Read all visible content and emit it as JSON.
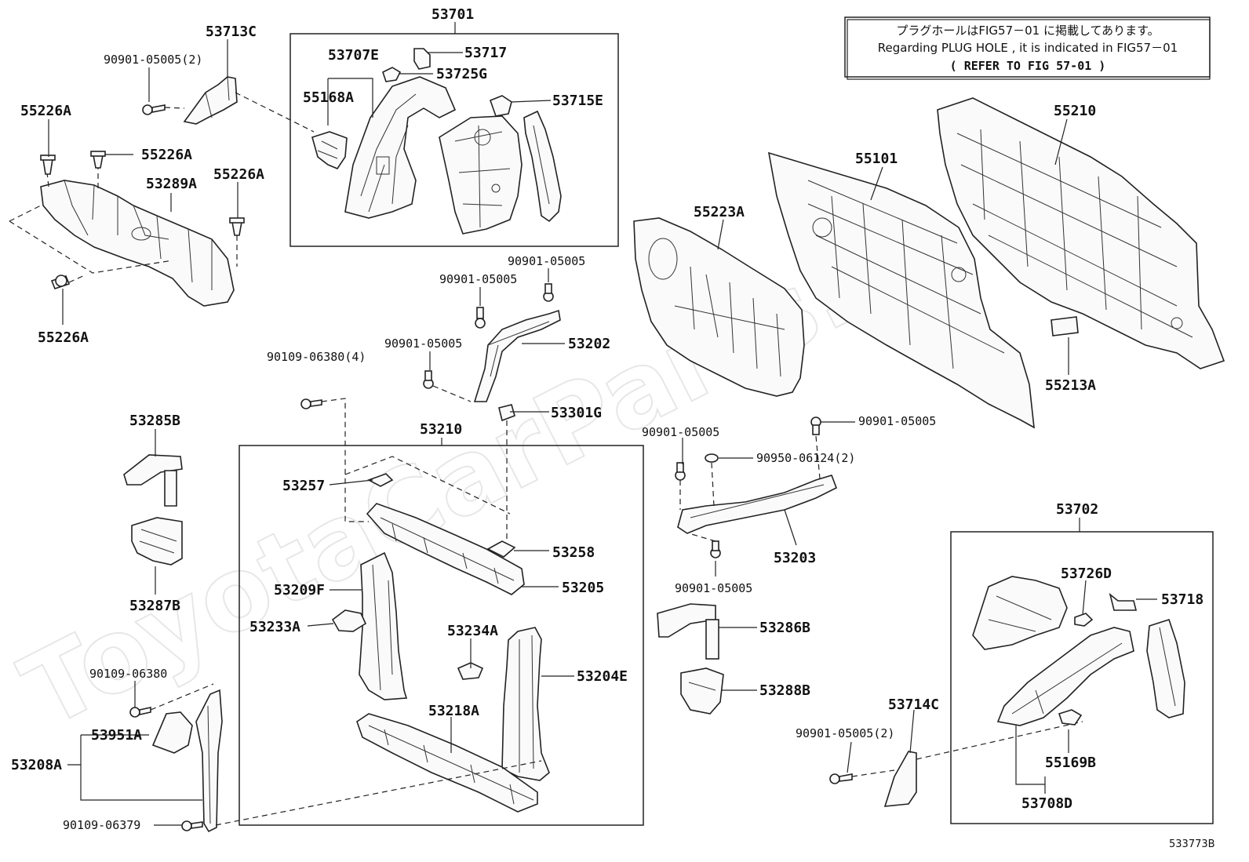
{
  "watermark": "ToyotaCarParts.ru",
  "note": {
    "line1": "プラグホールはFIG57－01 に掲載してあります。",
    "line2": "Regarding PLUG HOLE , it is indicated in FIG57－01",
    "line3": "( REFER TO FIG 57-01 )"
  },
  "figure_code": "533773B",
  "labels": {
    "p53713C": "53713C",
    "p90901_05005_2a": "90901-05005(2)",
    "p55226A_1": "55226A",
    "p55226A_2": "55226A",
    "p55226A_3": "55226A",
    "p55226A_4": "55226A",
    "p53289A": "53289A",
    "p53701": "53701",
    "p53707E": "53707E",
    "p53717": "53717",
    "p53725G": "53725G",
    "p55168A": "55168A",
    "p53715E": "53715E",
    "p55210": "55210",
    "p55101": "55101",
    "p55223A": "55223A",
    "p55213A": "55213A",
    "p90901_05005_a": "90901-05005",
    "p90901_05005_b": "90901-05005",
    "p90901_05005_c": "90901-05005",
    "p53202": "53202",
    "p90109_06380_4": "90109-06380(4)",
    "p53301G": "53301G",
    "p53285B": "53285B",
    "p53287B": "53287B",
    "p53210": "53210",
    "p53257": "53257",
    "p53258": "53258",
    "p53205": "53205",
    "p53209F": "53209F",
    "p53233A": "53233A",
    "p53234A": "53234A",
    "p53204E": "53204E",
    "p53218A": "53218A",
    "p90109_06380": "90109-06380",
    "p53951A": "53951A",
    "p53208A": "53208A",
    "p90109_06379": "90109-06379",
    "p90901_05005_d": "90901-05005",
    "p90901_05005_e": "90901-05005",
    "p90950_06124_2": "90950-06124(2)",
    "p53203": "53203",
    "p90901_05005_f": "90901-05005",
    "p53286B": "53286B",
    "p53288B": "53288B",
    "p53714C": "53714C",
    "p90901_05005_2b": "90901-05005(2)",
    "p53702": "53702",
    "p53726D": "53726D",
    "p53718": "53718",
    "p55169B": "55169B",
    "p53708D": "53708D"
  }
}
